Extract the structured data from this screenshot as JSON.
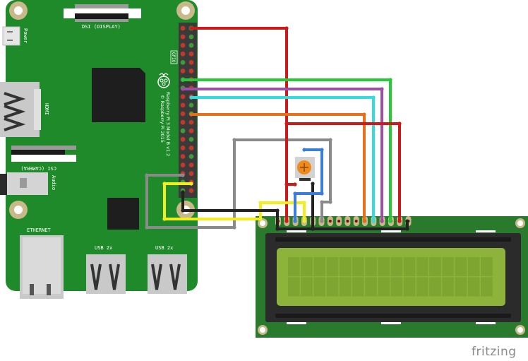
{
  "diagram": {
    "tool": "fritzing",
    "title": "Raspberry Pi 3 to 16x2 LCD wiring with potentiometer",
    "raspberry_pi": {
      "labels": {
        "dsi": "DSI (DISPLAY)",
        "power": "Power",
        "gpio": "GPIO",
        "hdmi": "HDMI",
        "csi": "CSI (CAMERA)",
        "audio": "Audio",
        "ethernet": "ETHERNET",
        "usb1": "USB 2x",
        "usb2": "USB 2x",
        "model": "Raspberry Pi 3 Model B v1.2",
        "copyright": "© Raspberry Pi 2015"
      },
      "colors": {
        "board": "#1f8a2a",
        "header": "#3a3a3a",
        "pin_red": "#c0392b",
        "pin_green": "#3f9b3a",
        "chip": "#1e1e1e",
        "port": "#c9c9c9",
        "mount": "#c8b88a"
      }
    },
    "lcd": {
      "type": "16x2 character LCD",
      "rows": 2,
      "cols": 16,
      "pin_count": 16,
      "colors": {
        "board": "#2a7a2e",
        "bezel": "#2b2b2b",
        "screen": "#8db33a",
        "cell": "#7ea431"
      }
    },
    "potentiometer": {
      "type": "trimmer",
      "colors": {
        "knob": "#f08a1c",
        "body": "#d2d2d2"
      }
    },
    "wires": [
      {
        "name": "red-5v",
        "color": "#cc1a1a"
      },
      {
        "name": "green",
        "color": "#22cc33"
      },
      {
        "name": "purple",
        "color": "#9b4fa6"
      },
      {
        "name": "cyan",
        "color": "#33dddd"
      },
      {
        "name": "orange",
        "color": "#e8701a"
      },
      {
        "name": "red-lcd",
        "color": "#cc1a1a"
      },
      {
        "name": "gray",
        "color": "#8a8a8a"
      },
      {
        "name": "yellow",
        "color": "#f2ee1a"
      },
      {
        "name": "black-gnd",
        "color": "#222222"
      },
      {
        "name": "blue-pot",
        "color": "#3a7ddb"
      }
    ],
    "watermark": "fritzing"
  }
}
